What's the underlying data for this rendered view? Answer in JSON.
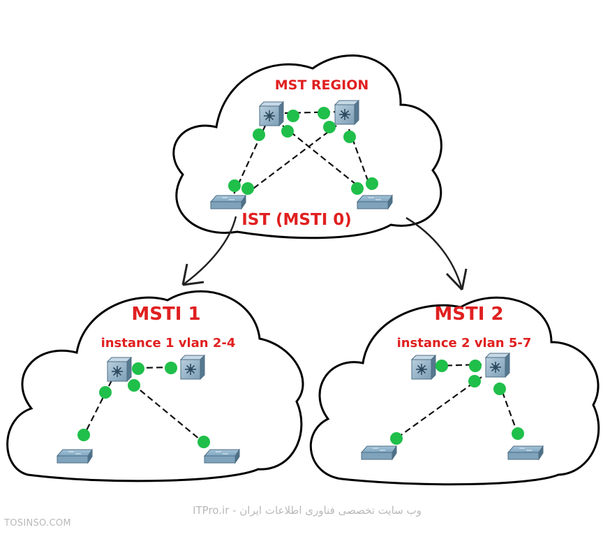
{
  "labels": {
    "region_title": "MST REGION",
    "ist": "IST (MSTI 0)",
    "msti1": "MSTI 1",
    "msti1_sub": "instance 1 vlan 2-4",
    "msti2": "MSTI 2",
    "msti2_sub": "instance 2 vlan 5-7"
  },
  "footer": {
    "left": "TOSINSO.COM",
    "right": "ITPro.ir - وب سایت تخصصی فناوری اطلاعات ایران"
  },
  "colors": {
    "label": "#e02020",
    "port_dot": "#1fbf4a",
    "switch_face": "#8fb2c9",
    "outline": "#000000"
  },
  "icons": [
    "multilayer-switch-icon",
    "access-switch-icon"
  ]
}
